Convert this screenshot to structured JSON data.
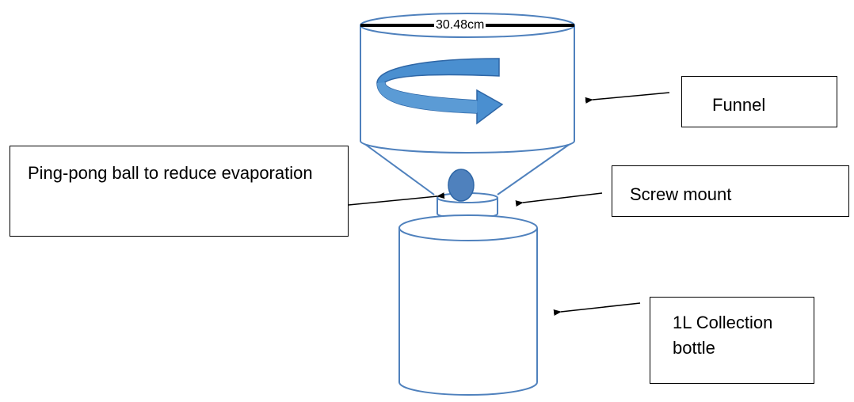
{
  "diagram": {
    "dimension_label": "30.48cm",
    "labels": {
      "funnel": "Funnel",
      "pingpong": "Ping-pong ball to reduce evaporation",
      "screw_mount": "Screw mount",
      "collection_bottle": "1L Collection bottle"
    },
    "colors": {
      "outline": "#4f81bd",
      "arrow_fill": "#4a8fd0",
      "arrow_dark": "#2e66a6",
      "ball_fill": "#4f81bd",
      "text": "#000000",
      "pointer": "#000000"
    }
  }
}
